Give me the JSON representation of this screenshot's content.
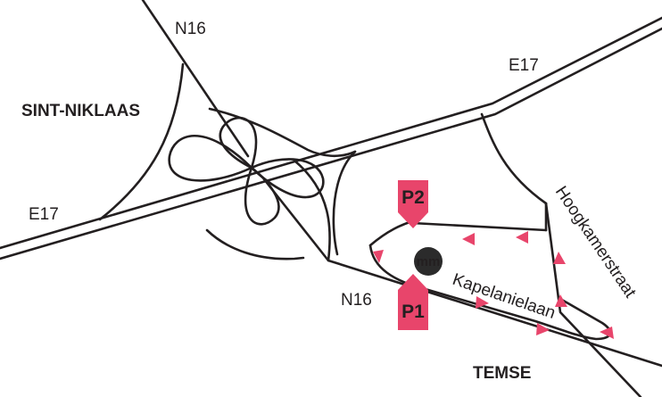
{
  "towns": {
    "northwest": "SINT-NIKLAAS",
    "south": "TEMSE"
  },
  "roads": {
    "n16_north": "N16",
    "n16_south": "N16",
    "e17_east": "E17",
    "e17_west": "E17",
    "kapelanielaan": "Kapelanielaan",
    "hoogkamerstraat": "Hoogkamerstraat"
  },
  "parkings": {
    "p1": "P1",
    "p2": "P2"
  },
  "logo": {
    "text": "mm"
  },
  "colors": {
    "road": "#231f20",
    "arrow": "#e8456b",
    "logo_bg": "#2b2b2b"
  }
}
